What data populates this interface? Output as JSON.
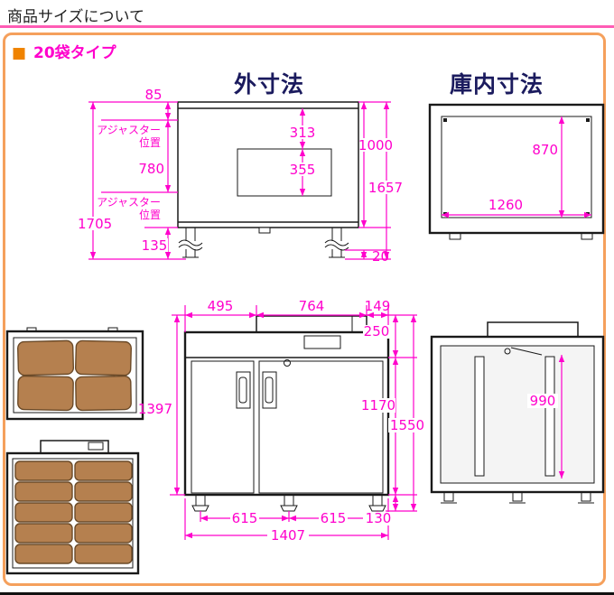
{
  "header": {
    "title": "商品サイズについて"
  },
  "heading": {
    "bullet": "■",
    "label": "20袋タイプ"
  },
  "sections": {
    "external_title": "外寸法",
    "internal_title": "庫内寸法"
  },
  "side_view": {
    "d85": "85",
    "adjuster_upper": {
      "line1": "アジャスター",
      "line2": "位置"
    },
    "d780": "780",
    "adjuster_lower": {
      "line1": "アジャスター",
      "line2": "位置"
    },
    "d1705": "1705",
    "d135": "135",
    "d313": "313",
    "d355": "355",
    "d1000": "1000",
    "d1657": "1657",
    "d20": "20"
  },
  "interior_top_view": {
    "d870": "870",
    "d1260": "1260"
  },
  "front_view": {
    "d495": "495",
    "d764": "764",
    "d149": "149",
    "d250": "250",
    "d1397": "1397",
    "d1170": "1170",
    "d1550": "1550",
    "d615_left": "615",
    "d615_right": "615",
    "d1407": "1407",
    "d130": "130"
  },
  "interior_front_view": {
    "d990": "990"
  },
  "colors": {
    "dimension_magenta": "#ff00cc",
    "frame_orange": "#f5a05c",
    "bullet_orange": "#f08300",
    "title_navy": "#1b1b5e",
    "header_underline_pink": "#ff5cb5",
    "bag_brown": "#b5804f"
  }
}
